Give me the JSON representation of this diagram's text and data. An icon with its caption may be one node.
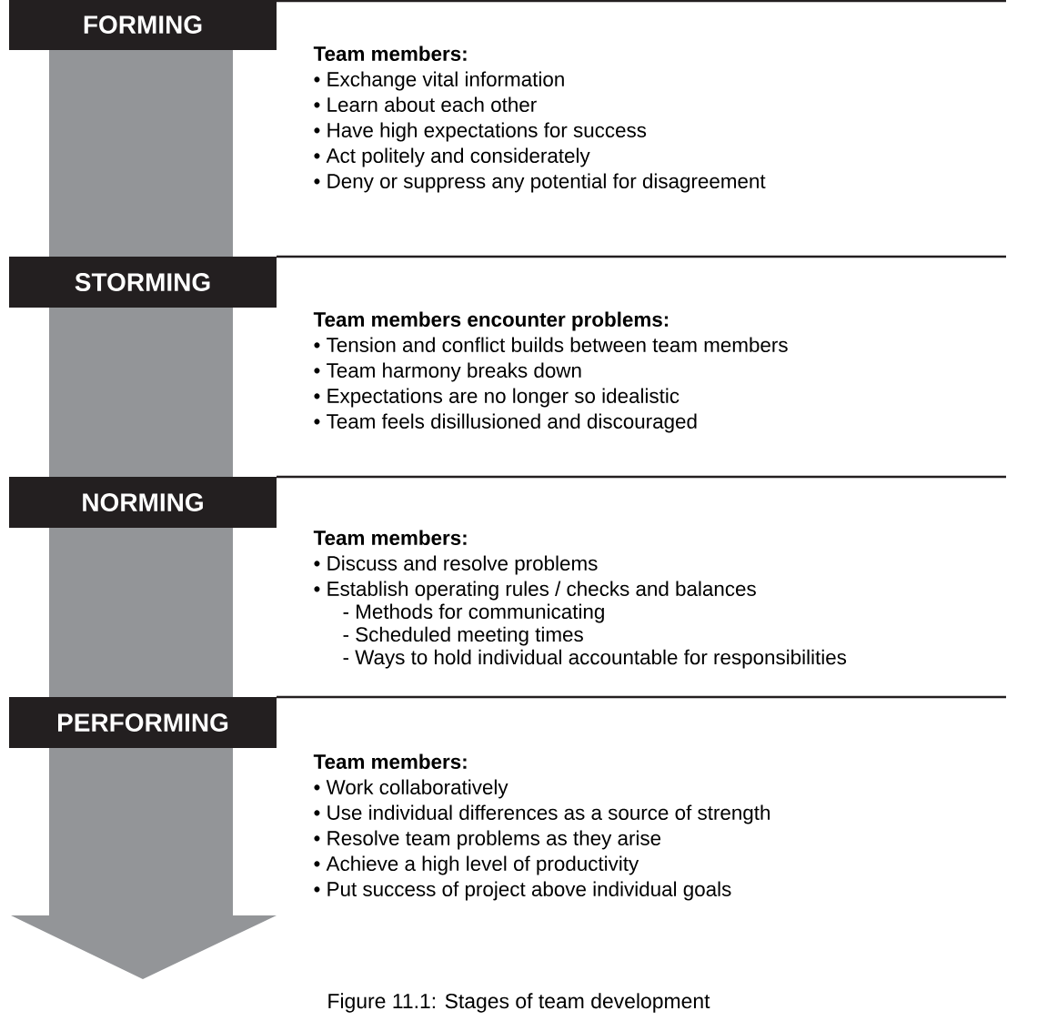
{
  "diagram": {
    "caption": "Figure 11.1: Stages of team development",
    "nodes": [
      {
        "text": [
          "FORMING"
        ]
      },
      {
        "text": [
          "Team members:",
          "• Exchange vital information",
          "• Learn about each other",
          "• Have high expectations for success",
          "• Act politely and considerately",
          "• Deny or suppress any potential for disagreement"
        ]
      },
      {
        "text": [
          "STORMING"
        ]
      },
      {
        "text": [
          "Team members encounter problems:",
          "• Tension and conflict builds between team members",
          "• Team harmony breaks down",
          "• Expectations are no longer so idealistic",
          "• Team feels disillusioned and discouraged"
        ]
      },
      {
        "text": [
          "NORMING"
        ]
      },
      {
        "text": [
          "Team members:",
          "• Discuss and resolve problems",
          "• Establish operating rules / checks and balances",
          "- Methods for communicating",
          "- Scheduled meeting times",
          "- Ways to hold individual accountable for responsibilities"
        ]
      },
      {
        "text": [
          "PERFORMING"
        ]
      },
      {
        "text": [
          "Team members:",
          "• Work collaboratively",
          "• Use individual differences as a source of strength",
          "• Resolve team problems as they arise",
          "• Achieve a high level of productivity",
          "• Put success of project above individual goals"
        ]
      }
    ]
  }
}
